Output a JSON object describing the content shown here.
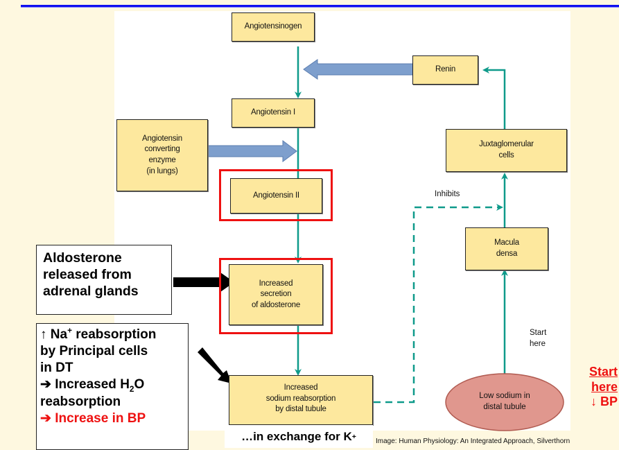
{
  "diagram": {
    "boxes": {
      "angiotensinogen": "Angiotensinogen",
      "renin": "Renin",
      "angiotensin_1": "Angiotensin I",
      "ace": "Angiotensin\nconverting\nenzyme\n(in lungs)",
      "juxtaglomerular": "Juxtaglomerular\ncells",
      "angiotensin_2": "Angiotensin II",
      "macula_densa": "Macula\ndensa",
      "aldosterone_secretion": "Increased\nsecretion\nof aldosterone",
      "sodium_reabsorption": "Increased\nsodium reabsorption\nby distal tubule",
      "low_sodium": "Low sodium in\ndistal tubule"
    },
    "labels": {
      "inhibits": "Inhibits",
      "start_here": "Start\nhere"
    }
  },
  "notes": {
    "aldosterone_release": "Aldosterone\nreleased from\nadrenal glands",
    "na_reabsorption": {
      "line1_arrow": "↑",
      "line1_a": "Na",
      "line1_sup": "+",
      "line1_b": " reabsorption",
      "line2": "by Principal cells",
      "line3": "in DT",
      "line4_a": "➔ Increased H",
      "line4_sub": "2",
      "line4_b": "O",
      "line5": "reabsorption",
      "line6": "➔ Increase in BP"
    },
    "exchange_a": "…in exchange for K",
    "exchange_sup": "+",
    "start_here_red_1": "Start",
    "start_here_red_2": "here",
    "start_here_red_3": "↓ BP"
  },
  "credit": "Image: Human Physiology:  An Integrated Approach, Silverthorn",
  "colors": {
    "background": "#fef8e0",
    "box_fill": "#fde89e",
    "highlight": "#ee1111",
    "flow_arrow": "#0e9a8a",
    "enzyme_arrow": "#7e9fcd",
    "ellipse_fill": "#e0978e",
    "rule": "#1010ee"
  }
}
